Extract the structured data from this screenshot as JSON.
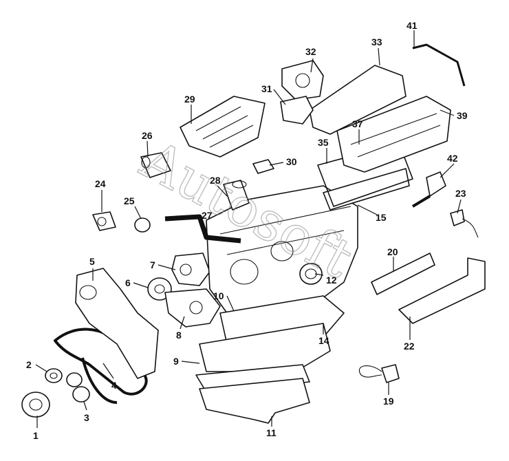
{
  "watermark": "Autosoft",
  "callouts": [
    "1",
    "2",
    "3",
    "4",
    "5",
    "6",
    "7",
    "8",
    "9",
    "10",
    "11",
    "12",
    "14",
    "15",
    "19",
    "20",
    "22",
    "23",
    "24",
    "25",
    "26",
    "27",
    "28",
    "29",
    "30",
    "31",
    "32",
    "33",
    "35",
    "37",
    "39",
    "41",
    "42"
  ],
  "colors": {
    "line": "#111111",
    "background": "#ffffff",
    "watermark": "#8a8a8a"
  }
}
